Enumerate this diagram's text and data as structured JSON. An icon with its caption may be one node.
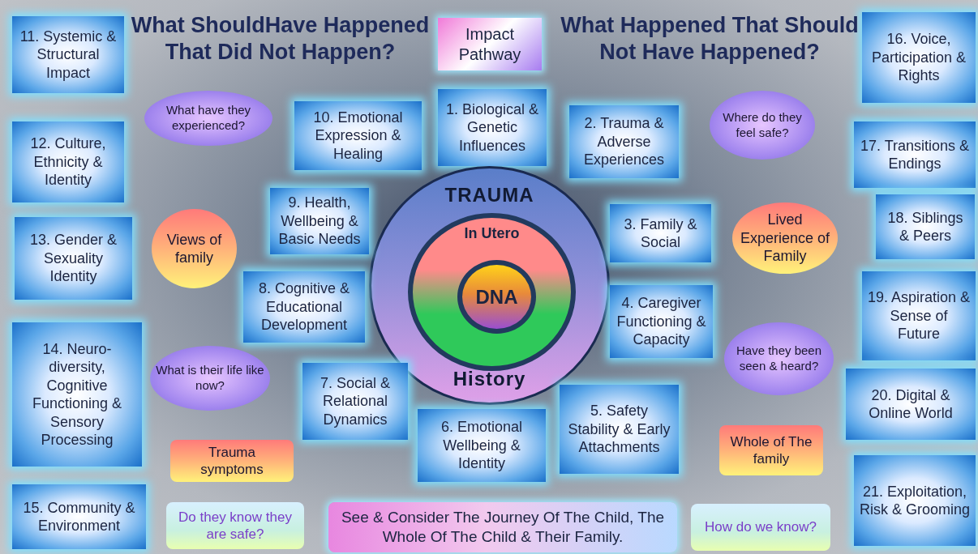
{
  "diagram": {
    "nodes": [
      {
        "text": [
          "11. Systemic & Structural Impact"
        ]
      },
      {
        "text": [
          "Impact Pathway"
        ]
      },
      {
        "text": [
          "16. Voice, Participation & Rights"
        ]
      },
      {
        "text": [
          "1. Biological & Genetic Influences"
        ]
      },
      {
        "text": [
          "10. Emotional Expression & Healing"
        ]
      },
      {
        "text": [
          "2. Trauma & Adverse Experiences"
        ]
      },
      {
        "text": [
          "What have they experienced?"
        ]
      },
      {
        "text": [
          "Where do they feel safe?"
        ]
      },
      {
        "text": [
          "12. Culture, Ethnicity & Identity"
        ]
      },
      {
        "text": [
          "17. Transitions & Endings"
        ]
      },
      {
        "text": [
          "TRAUMA",
          "History"
        ]
      },
      {
        "text": [
          "In Utero"
        ],
        "in": 10
      },
      {
        "text": [
          "DNA"
        ],
        "in": 11
      },
      {
        "text": [
          "9. Health, Wellbeing & Basic Needs"
        ]
      },
      {
        "text": [
          "3. Family & Social"
        ]
      },
      {
        "text": [
          "Views of family"
        ]
      },
      {
        "text": [
          "Lived Experience of Family"
        ]
      },
      {
        "text": [
          "18. Siblings & Peers"
        ]
      },
      {
        "text": [
          "13. Gender & Sexuality Identity"
        ]
      },
      {
        "text": [
          "8. Cognitive & Educational Development"
        ]
      },
      {
        "text": [
          "4. Caregiver Functioning & Capacity"
        ]
      },
      {
        "text": [
          "19. Aspiration & Sense of Future"
        ]
      },
      {
        "text": [
          "Have they been seen & heard?"
        ]
      },
      {
        "text": [
          "What is their life like now?"
        ]
      },
      {
        "text": [
          "14. Neuro-diversity, Cognitive Functioning & Sensory Processing"
        ]
      },
      {
        "text": [
          "7. Social & Relational Dynamics"
        ]
      },
      {
        "text": [
          "20. Digital & Online World"
        ]
      },
      {
        "text": [
          "6. Emotional Wellbeing & Identity"
        ]
      },
      {
        "text": [
          "5. Safety Stability & Early Attachments"
        ]
      },
      {
        "text": [
          "Whole of The family"
        ]
      },
      {
        "text": [
          "Trauma symptoms"
        ]
      },
      {
        "text": [
          "21. Exploitation, Risk & Grooming"
        ]
      },
      {
        "text": [
          "15. Community & Environment"
        ]
      },
      {
        "text": [
          "Do they know they are safe?"
        ]
      },
      {
        "text": [
          "See & Consider The Journey Of The Child, The Whole Of The Child & Their Family."
        ]
      },
      {
        "text": [
          "How do we know?"
        ]
      }
    ],
    "labels": [
      "What ShouldHave Happened That Did Not Happen?",
      "What Happened That Should Not Have Happened?"
    ]
  }
}
